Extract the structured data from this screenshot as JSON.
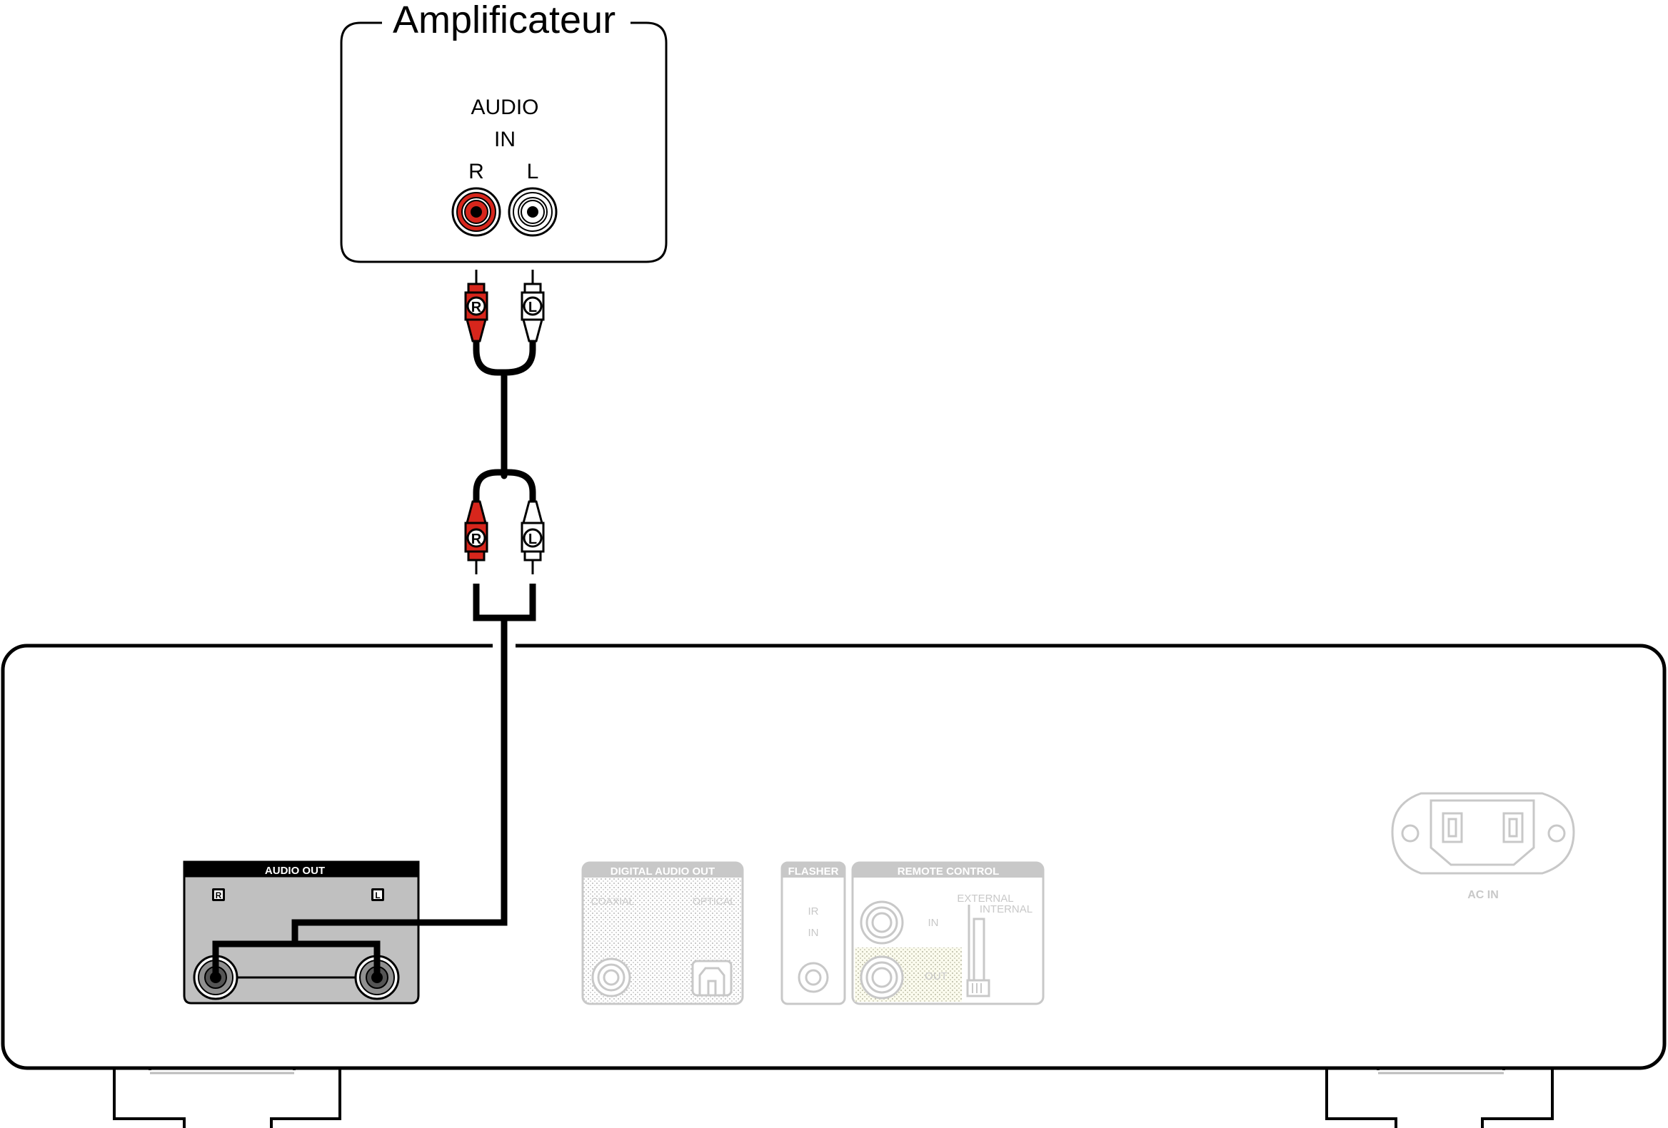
{
  "amplifier": {
    "title": "Amplificateur",
    "input_label_line1": "AUDIO",
    "input_label_line2": "IN",
    "right_label": "R",
    "left_label": "L"
  },
  "cable": {
    "right_plug_label": "R",
    "left_plug_label": "L",
    "right_plug_color": "#d7261c",
    "left_plug_color": "#ffffff"
  },
  "player": {
    "audio_out": {
      "title": "AUDIO OUT",
      "right_label": "R",
      "left_label": "L"
    },
    "digital_audio_out": {
      "title": "DIGITAL AUDIO OUT",
      "coaxial_label": "COAXIAL",
      "optical_label": "OPTICAL"
    },
    "flasher": {
      "title": "FLASHER",
      "ir_label": "IR",
      "in_label": "IN"
    },
    "remote_control": {
      "title": "REMOTE CONTROL",
      "in_label": "IN",
      "out_label": "OUT",
      "external_label": "EXTERNAL",
      "internal_label": "INTERNAL"
    },
    "ac_in_label": "AC IN"
  },
  "colors": {
    "highlight_panel": "#c0c0c0",
    "dimmed": "#c8c8c8",
    "jack_red": "#d7261c"
  }
}
